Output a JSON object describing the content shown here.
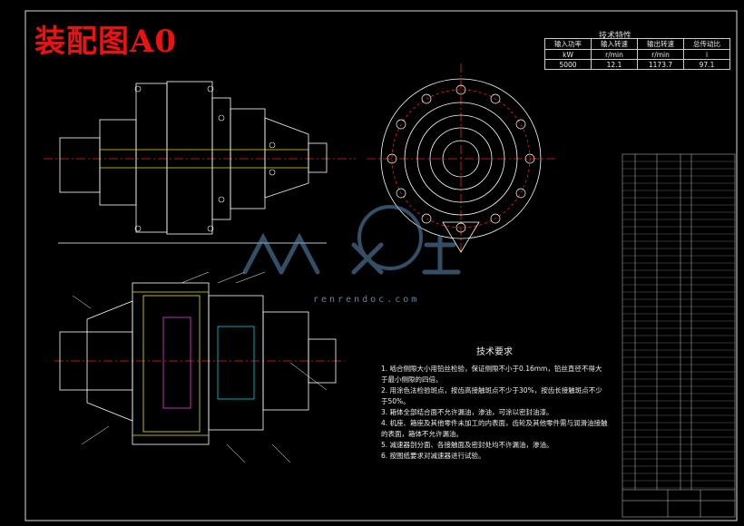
{
  "drawing": {
    "title": "装配图A0"
  },
  "spec_table": {
    "heading": "技术特性",
    "headers": [
      "输入功率",
      "输入转速",
      "输出转速",
      "总传动比"
    ],
    "units": [
      "kW",
      "r/min",
      "r/min",
      "i"
    ],
    "values": [
      "5000",
      "12.1",
      "1173.7",
      "97.1"
    ]
  },
  "technical_requirements": {
    "heading": "技术要求",
    "items": [
      "1. 啮合侧隙大小用铅丝检验，保证侧隙不小于0.16mm，铅丝直径不得大于最小侧隙的四倍。",
      "2. 用涂色法检验斑点，按齿高接触斑点不少于30%，按齿长接触斑点不少于50%。",
      "3. 箱体全部结合面不允许漏油，渗油，可涂以密封油漆。",
      "4. 机座、箱座及其他零件未加工的内表面，齿轮及其他零件需与润滑油接触的表面，箱体不允许漏油。",
      "5. 减速器剖分面、各接触面及密封处均不许漏油，渗油。",
      "6. 按图纸要求对减速器进行试验。"
    ]
  },
  "watermark": {
    "site": "renrendoc.com"
  },
  "colors": {
    "background": "#000000",
    "line": "#ffffff",
    "red": "#ff2020",
    "yellow": "#e6e600",
    "cyan": "#00d6d6",
    "magenta": "#e040e0"
  }
}
